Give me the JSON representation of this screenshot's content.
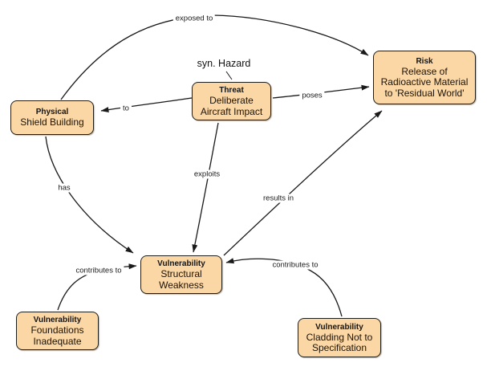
{
  "nodes": {
    "physical": {
      "type": "Physical",
      "label": "Shield Building"
    },
    "threat": {
      "type": "Threat",
      "label": "Deliberate Aircraft Impact"
    },
    "risk": {
      "type": "Risk",
      "label": "Release of Radioactive Material to 'Residual World'"
    },
    "vuln_structural": {
      "type": "Vulnerability",
      "label": "Structural Weakness"
    },
    "vuln_foundations": {
      "type": "Vulnerability",
      "label": "Foundations Inadequate"
    },
    "vuln_cladding": {
      "type": "Vulnerability",
      "label": "Cladding Not to Specification"
    }
  },
  "edges": {
    "exposed_to": {
      "label": "exposed to",
      "from": "physical",
      "to": "risk"
    },
    "to": {
      "label": "to",
      "from": "threat",
      "to": "physical"
    },
    "poses": {
      "label": "poses",
      "from": "threat",
      "to": "risk"
    },
    "exploits": {
      "label": "exploits",
      "from": "threat",
      "to": "vuln_structural"
    },
    "has": {
      "label": "has",
      "from": "physical",
      "to": "vuln_structural"
    },
    "results_in": {
      "label": "results in",
      "from": "vuln_structural",
      "to": "risk"
    },
    "contributes_left": {
      "label": "contributes to",
      "from": "vuln_foundations",
      "to": "vuln_structural"
    },
    "contributes_right": {
      "label": "contributes to",
      "from": "vuln_cladding",
      "to": "vuln_structural"
    }
  },
  "annotation": {
    "syn_hazard": "syn. Hazard"
  },
  "colors": {
    "node_fill": "#FBD7A5",
    "node_border": "#1d1d1a",
    "line": "#1a1a1a",
    "background": "#ffffff"
  }
}
